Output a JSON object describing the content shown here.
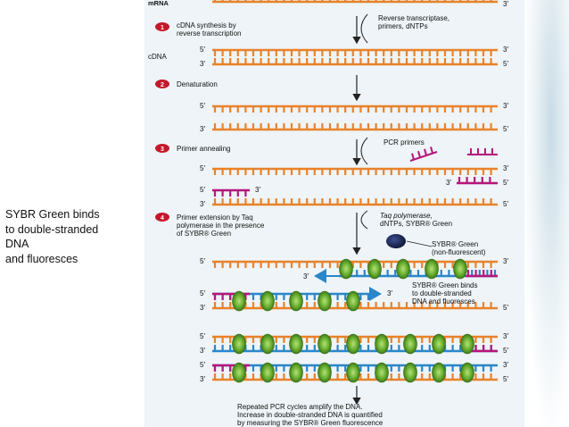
{
  "caption_lines": [
    "SYBR Green binds",
    "to double-stranded",
    "DNA",
    "and fluoresces"
  ],
  "labels": {
    "mrna": "mRNA",
    "cdna": "cDNA",
    "five": "5′",
    "three": "3′"
  },
  "steps": [
    {
      "num": "1",
      "lines": [
        "cDNA synthesis by",
        "reverse transcription"
      ]
    },
    {
      "num": "2",
      "lines": [
        "Denaturation"
      ]
    },
    {
      "num": "3",
      "lines": [
        "Primer annealing"
      ]
    },
    {
      "num": "4",
      "lines": [
        "Primer extension by Taq",
        "polymerase in the presence",
        "of SYBR® Green"
      ]
    }
  ],
  "reagents": {
    "rt": [
      "Reverse transcriptase,",
      "primers, dNTPs"
    ],
    "pcr_primers": "PCR primers",
    "taq": [
      "Taq polymerase,",
      "dNTPs, SYBR® Green"
    ],
    "sybr_nonfluor": [
      "SYBR® Green",
      "(non-fluorescent)"
    ],
    "sybr_binds": [
      "SYBR® Green binds",
      "to double-stranded",
      "DNA and fluoresces"
    ]
  },
  "footer": [
    "Repeated PCR cycles amplify the DNA.",
    "Increase in double-stranded DNA is quantified",
    "by measuring the SYBR® Green fluorescence"
  ],
  "colors": {
    "strand": "#e8822a",
    "primer": "#b5167a",
    "new_strand": "#2a86c8",
    "step_badge": "#c4182b",
    "dye": "#6ab030",
    "dye_dark": "#1d2a5c"
  }
}
